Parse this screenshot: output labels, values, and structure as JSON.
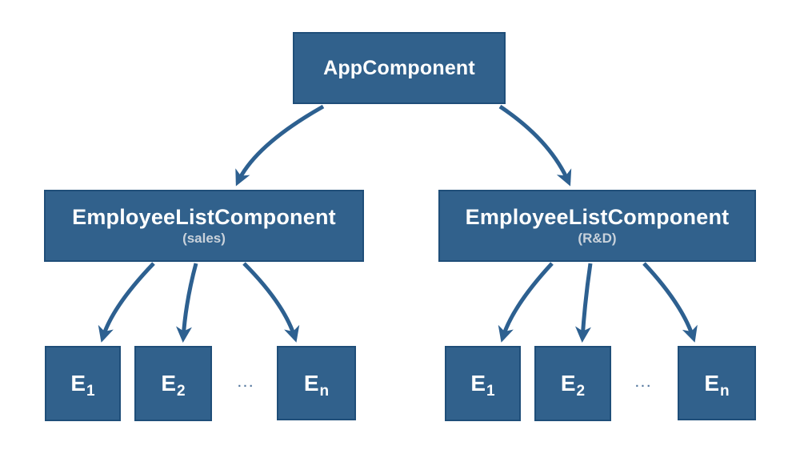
{
  "diagram": {
    "type": "component-tree",
    "colors": {
      "background": "#ffffff",
      "node_fill": "#31618C",
      "node_border": "#1F4E79",
      "arrow": "#2D6090",
      "title_text": "#ffffff",
      "subtitle_text": "#C9D2DB",
      "ellipsis_text": "#54779E"
    },
    "root": {
      "label": "AppComponent"
    },
    "groups": [
      {
        "label": "EmployeeListComponent",
        "sublabel": "(sales)",
        "ellipsis": "...",
        "children": [
          {
            "base": "E",
            "sub": "1"
          },
          {
            "base": "E",
            "sub": "2"
          },
          {
            "base": "E",
            "sub": "n"
          }
        ]
      },
      {
        "label": "EmployeeListComponent",
        "sublabel": "(R&D)",
        "ellipsis": "...",
        "children": [
          {
            "base": "E",
            "sub": "1"
          },
          {
            "base": "E",
            "sub": "2"
          },
          {
            "base": "E",
            "sub": "n"
          }
        ]
      }
    ]
  }
}
